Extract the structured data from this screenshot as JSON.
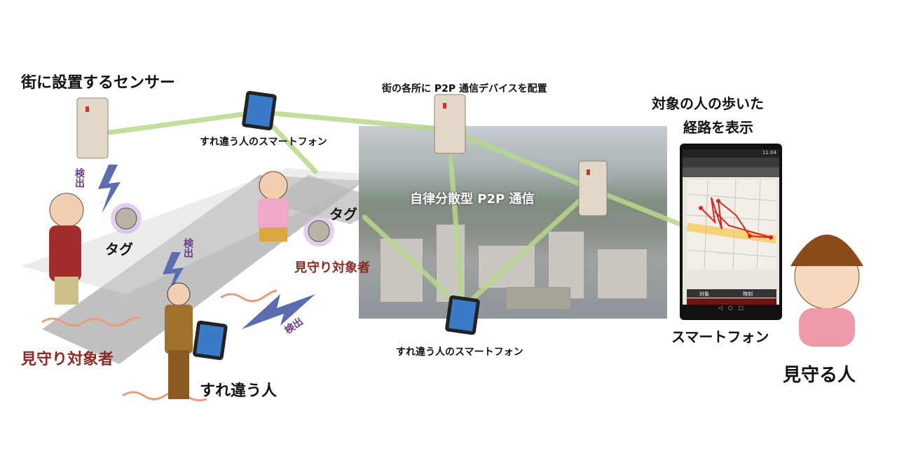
{
  "labels": {
    "sensor_title": "街に設置するセンサー",
    "p2p_device_title": "街の各所に P2P 通信デバイスを配置",
    "route_title_line1": "対象の人の歩いた",
    "route_title_line2": "経路を表示",
    "passing_smartphone_top": "すれ違う人のスマートフォン",
    "passing_smartphone_bottom": "すれ違う人のスマートフォン",
    "autonomous_p2p": "自律分散型 P2P 通信",
    "tag_left": "タグ",
    "tag_right": "タグ",
    "detect_1": "検出",
    "detect_2": "検出",
    "detect_3": "検出",
    "watched_person_left": "見守り対象者",
    "watched_person_right": "見守り対象者",
    "passerby": "すれ違う人",
    "smartphone": "スマートフォン",
    "watcher": "見守る人"
  },
  "screen": {
    "clock": "11:04",
    "table_header_col1": "対象",
    "table_header_col2": "時刻"
  },
  "colors": {
    "link_line": "#b7d98a",
    "detect_bolt": "#5b6db0",
    "path_wave": "#e79b7a",
    "red_text": "#8a2a22",
    "purple_text": "#6a3b8c"
  }
}
